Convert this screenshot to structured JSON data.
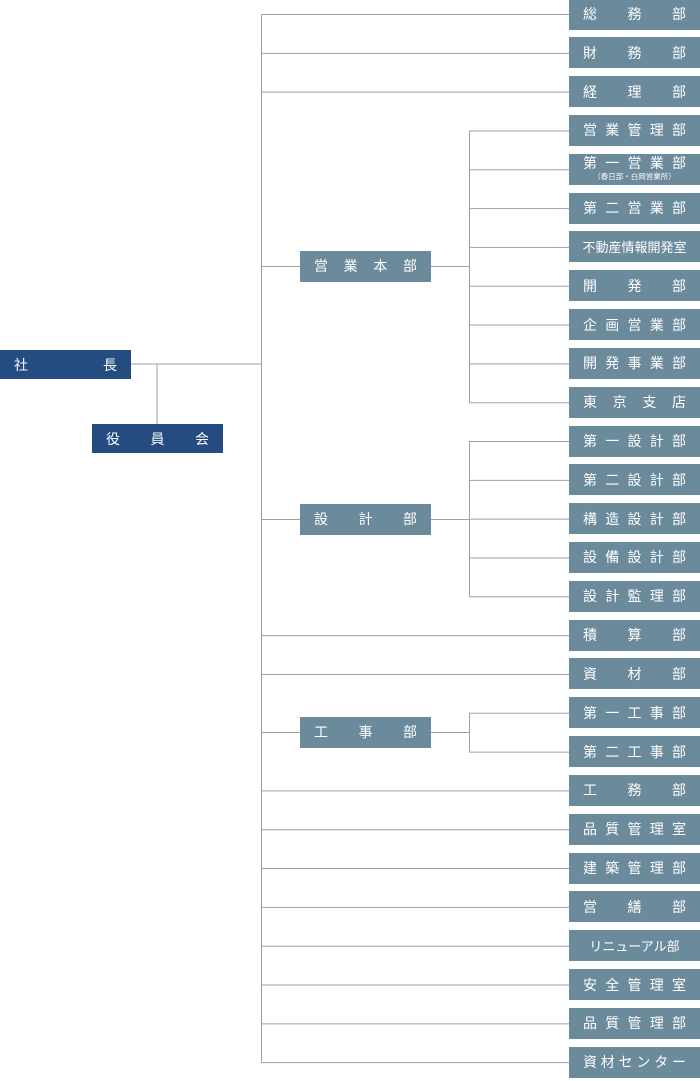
{
  "top": {
    "president": "社　長",
    "board": "役員会"
  },
  "divisions": [
    {
      "key": "eigyo",
      "label": "営業本部"
    },
    {
      "key": "sekkei",
      "label": "設計部"
    },
    {
      "key": "koji",
      "label": "工事部"
    }
  ],
  "departments": [
    {
      "label": "総務部"
    },
    {
      "label": "財務部"
    },
    {
      "label": "経理部"
    },
    {
      "label": "営業管理部",
      "parent": "eigyo"
    },
    {
      "label": "第一営業部",
      "sub": "（春日部・白岡営業所）",
      "parent": "eigyo"
    },
    {
      "label": "第二営業部",
      "parent": "eigyo"
    },
    {
      "label": "不動産情報開発室",
      "parent": "eigyo"
    },
    {
      "label": "開発部",
      "parent": "eigyo"
    },
    {
      "label": "企画営業部",
      "parent": "eigyo"
    },
    {
      "label": "開発事業部",
      "parent": "eigyo"
    },
    {
      "label": "東京支店",
      "parent": "eigyo"
    },
    {
      "label": "第一設計部",
      "parent": "sekkei"
    },
    {
      "label": "第二設計部",
      "parent": "sekkei"
    },
    {
      "label": "構造設計部",
      "parent": "sekkei"
    },
    {
      "label": "設備設計部",
      "parent": "sekkei"
    },
    {
      "label": "設計監理部",
      "parent": "sekkei"
    },
    {
      "label": "積算部"
    },
    {
      "label": "資材部"
    },
    {
      "label": "第一工事部",
      "parent": "koji"
    },
    {
      "label": "第二工事部",
      "parent": "koji"
    },
    {
      "label": "工務部"
    },
    {
      "label": "品質管理室"
    },
    {
      "label": "建築管理部"
    },
    {
      "label": "営繕部"
    },
    {
      "label": "リニューアル部"
    },
    {
      "label": "安全管理室"
    },
    {
      "label": "品質管理部"
    },
    {
      "label": "資材センター"
    }
  ],
  "colors": {
    "top_box": "#244c80",
    "dept_box": "#6b8a9c",
    "line": "#a0a0a0",
    "text": "#ffffff"
  }
}
